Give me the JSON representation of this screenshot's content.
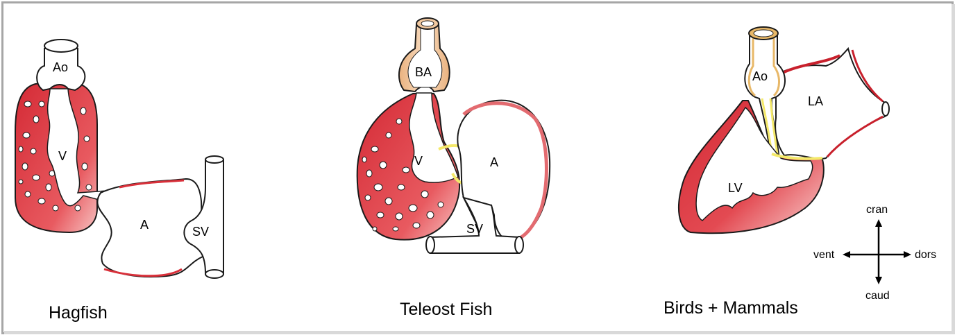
{
  "panels": [
    {
      "caption": "Hagfish",
      "labels": {
        "outflow": "Ao",
        "ventricle": "V",
        "atrium": "A",
        "sinus": "SV"
      }
    },
    {
      "caption": "Teleost Fish",
      "labels": {
        "outflow": "BA",
        "ventricle": "V",
        "atrium": "A",
        "sinus": "SV"
      }
    },
    {
      "caption": "Birds + Mammals",
      "labels": {
        "outflow": "Ao",
        "ventricle": "LV",
        "atrium": "LA"
      }
    }
  ],
  "compass": {
    "up": "cran",
    "down": "caud",
    "left": "vent",
    "right": "dors"
  },
  "colors": {
    "muscle": "#d9303a",
    "muscle_light": "#f3a9a8",
    "bulbus": "#f2c9a0",
    "valve": "#f4e96a",
    "outline": "#1a1a1a",
    "frame": "#a6a6a6"
  }
}
